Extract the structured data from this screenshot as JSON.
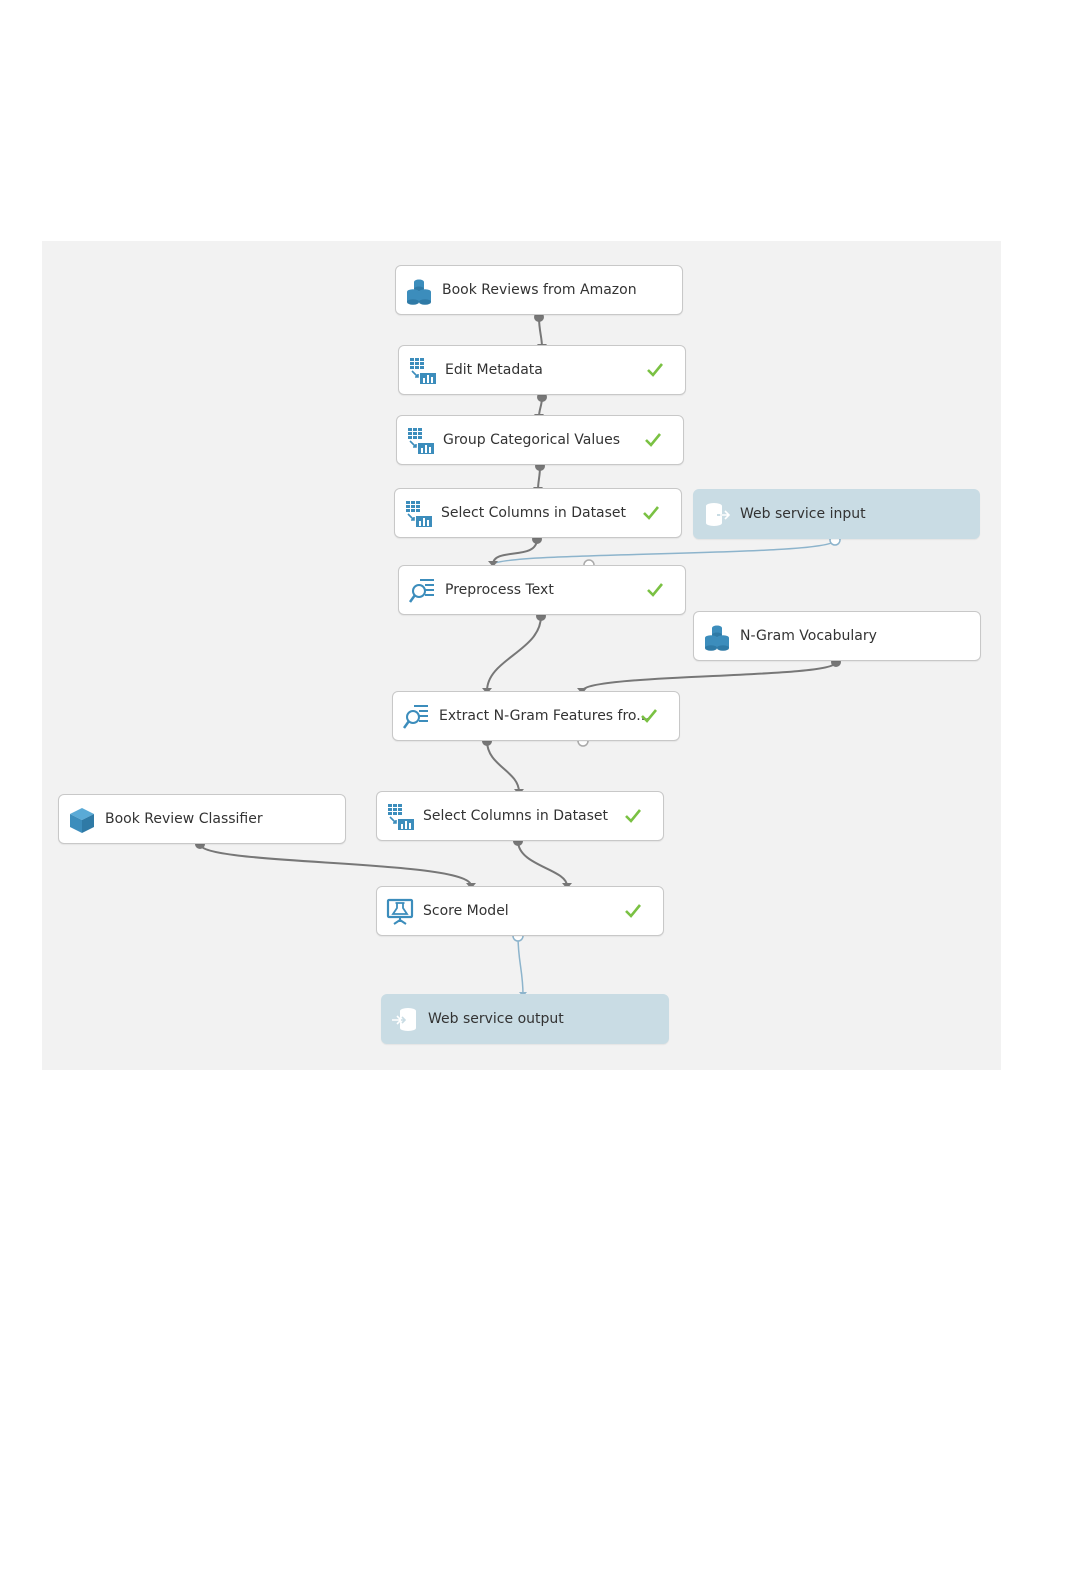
{
  "experiment": {
    "nodes": [
      {
        "id": "book-reviews",
        "label": "Book Reviews from Amazon",
        "icon": "dataset-icon",
        "status": ""
      },
      {
        "id": "edit-metadata",
        "label": "Edit Metadata",
        "icon": "data-transform-icon",
        "status": "completed"
      },
      {
        "id": "group-categorical",
        "label": "Group Categorical Values",
        "icon": "data-transform-icon",
        "status": "completed"
      },
      {
        "id": "select-columns-1",
        "label": "Select Columns in Dataset",
        "icon": "data-transform-icon",
        "status": "completed"
      },
      {
        "id": "web-service-input",
        "label": "Web service input",
        "icon": "web-service-input-icon",
        "status": ""
      },
      {
        "id": "preprocess-text",
        "label": "Preprocess Text",
        "icon": "text-analytics-icon",
        "status": "completed"
      },
      {
        "id": "ngram-vocabulary",
        "label": "N-Gram Vocabulary",
        "icon": "dataset-icon",
        "status": ""
      },
      {
        "id": "extract-ngram",
        "label": "Extract N-Gram Features fro...",
        "icon": "text-analytics-icon",
        "status": "completed"
      },
      {
        "id": "book-review-classifier",
        "label": "Book Review Classifier",
        "icon": "trained-model-icon",
        "status": ""
      },
      {
        "id": "select-columns-2",
        "label": "Select Columns in Dataset",
        "icon": "data-transform-icon",
        "status": "completed"
      },
      {
        "id": "score-model",
        "label": "Score Model",
        "icon": "score-model-icon",
        "status": "completed"
      },
      {
        "id": "web-service-output",
        "label": "Web service output",
        "icon": "web-service-output-icon",
        "status": ""
      }
    ],
    "edges": [
      {
        "from": "book-reviews",
        "to": "edit-metadata",
        "kind": "data"
      },
      {
        "from": "edit-metadata",
        "to": "group-categorical",
        "kind": "data"
      },
      {
        "from": "group-categorical",
        "to": "select-columns-1",
        "kind": "data"
      },
      {
        "from": "select-columns-1",
        "to": "preprocess-text",
        "kind": "data"
      },
      {
        "from": "web-service-input",
        "to": "preprocess-text",
        "kind": "web-service"
      },
      {
        "from": "preprocess-text",
        "to": "extract-ngram",
        "kind": "data"
      },
      {
        "from": "ngram-vocabulary",
        "to": "extract-ngram",
        "kind": "data"
      },
      {
        "from": "extract-ngram",
        "to": "select-columns-2",
        "kind": "data"
      },
      {
        "from": "book-review-classifier",
        "to": "score-model",
        "kind": "data"
      },
      {
        "from": "select-columns-2",
        "to": "score-model",
        "kind": "data"
      },
      {
        "from": "score-model",
        "to": "web-service-output",
        "kind": "web-service"
      }
    ],
    "colors": {
      "canvas": "#f2f2f2",
      "node_border": "#c8c8c8",
      "web_service_node": "#c9dce4",
      "icon_blue": "#3c8dbc",
      "check_green": "#7ac143",
      "edge_data": "#777777",
      "edge_web_service": "#8db4cc"
    }
  }
}
